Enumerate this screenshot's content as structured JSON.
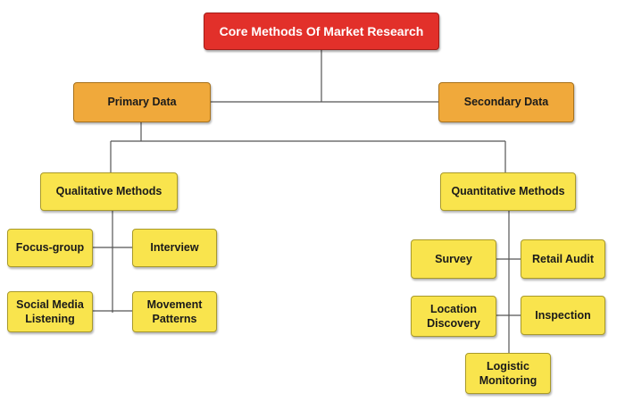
{
  "root": {
    "label": "Core Methods Of Market Research"
  },
  "primary": {
    "label": "Primary Data"
  },
  "secondary": {
    "label": "Secondary Data"
  },
  "qualitative": {
    "label": "Qualitative Methods",
    "items": [
      {
        "label": "Focus-group"
      },
      {
        "label": "Interview"
      },
      {
        "label": "Social Media Listening"
      },
      {
        "label": "Movement Patterns"
      }
    ]
  },
  "quantitative": {
    "label": "Quantitative Methods",
    "items": [
      {
        "label": "Survey"
      },
      {
        "label": "Retail Audit"
      },
      {
        "label": "Location Discovery"
      },
      {
        "label": "Inspection"
      },
      {
        "label": "Logistic Monitoring"
      }
    ]
  },
  "colors": {
    "root": "#e2302a",
    "data_type": "#f0a93b",
    "method": "#f9e44d",
    "connector": "#555555"
  }
}
